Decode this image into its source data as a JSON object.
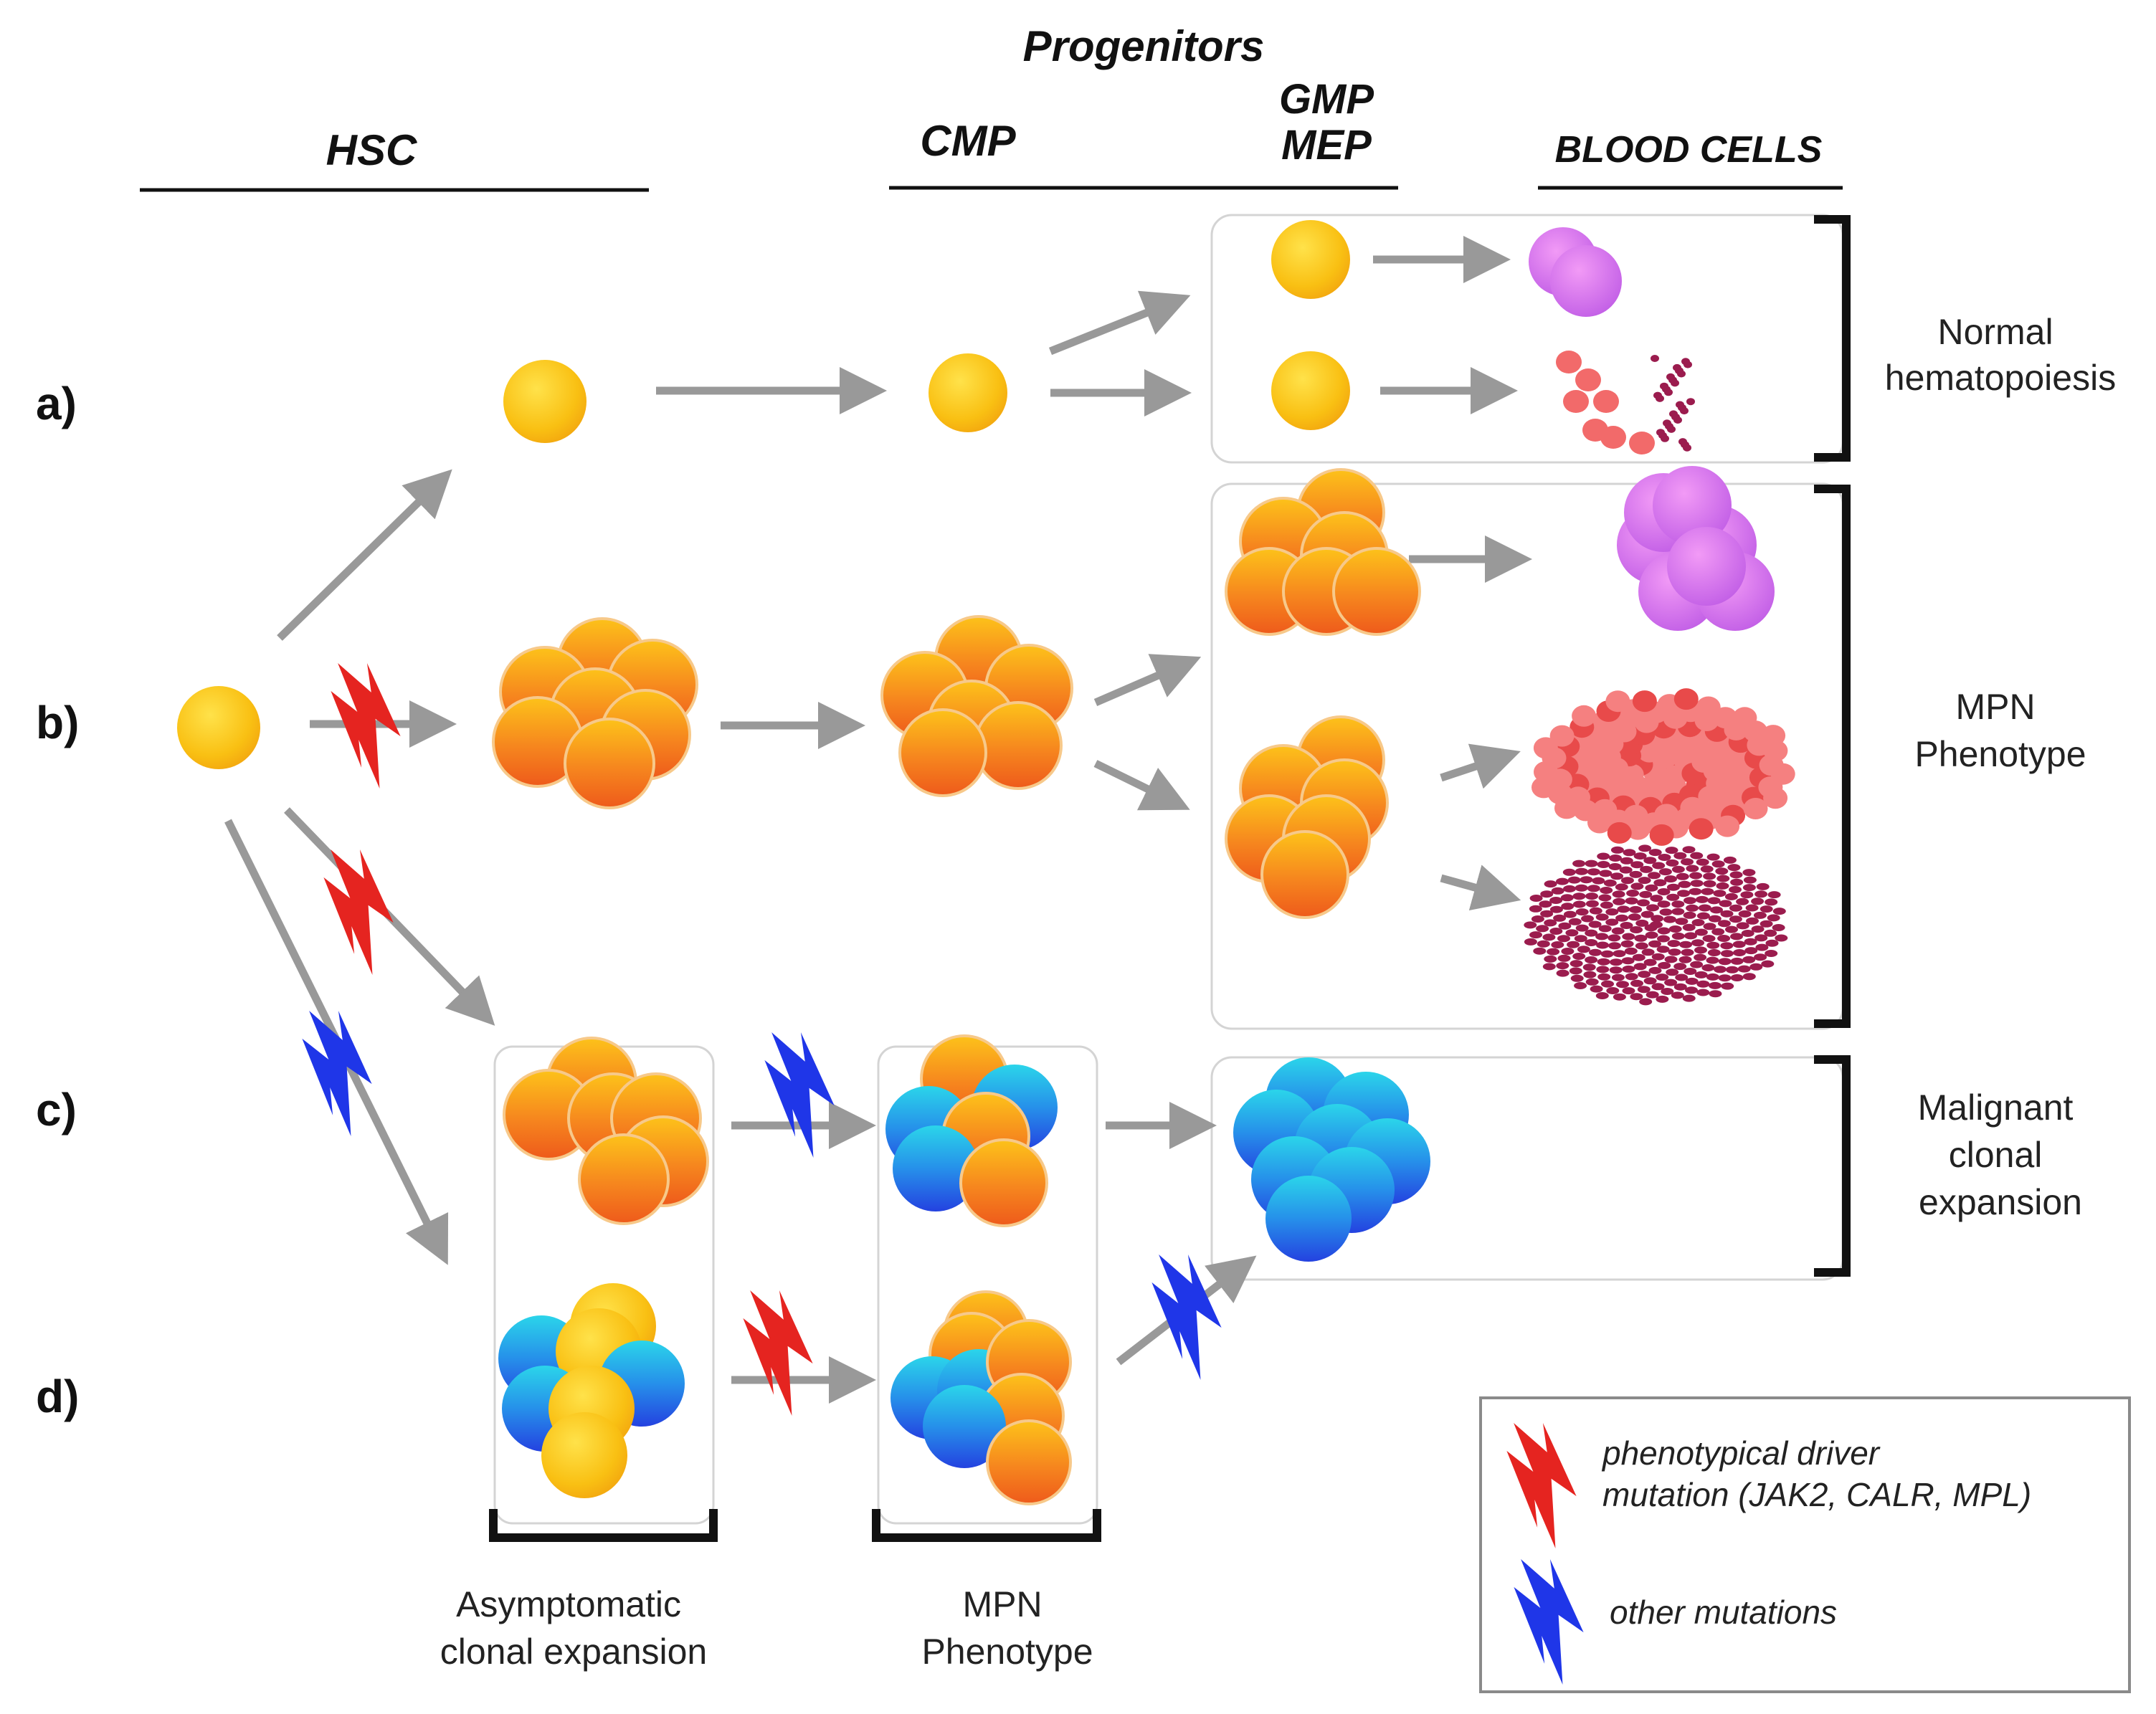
{
  "headers": {
    "progenitors": "Progenitors",
    "hsc": "HSC",
    "cmp": "CMP",
    "gmp": "GMP",
    "mep": "MEP",
    "blood_cells": "BLOOD CELLS"
  },
  "rows": {
    "a": "a)",
    "b": "b)",
    "c": "c)",
    "d": "d)"
  },
  "outcomes": {
    "normal": [
      "Normal",
      "hematopoiesis"
    ],
    "mpn": [
      "MPN",
      "Phenotype"
    ],
    "malignant": [
      "Malignant",
      "clonal",
      "expansion"
    ]
  },
  "bottom_labels": {
    "asymptomatic": [
      "Asymptomatic",
      "clonal expansion"
    ],
    "mpn": [
      "MPN",
      "Phenotype"
    ]
  },
  "legend": {
    "driver": [
      "phenotypical driver",
      "mutation (JAK2, CALR, MPL)"
    ],
    "other": "other mutations"
  },
  "colors": {
    "driver_bolt": "#e52420",
    "other_bolt": "#1f36e8",
    "arrow": "#999999",
    "healthy_cell": "#f7b614",
    "driver_cell": "#f06a1c",
    "other_cell": "#2a6ee8",
    "erythrocyte_purple": "#c767e8",
    "red_cell": "#f25a5a",
    "platelet": "#9b1c4e"
  }
}
